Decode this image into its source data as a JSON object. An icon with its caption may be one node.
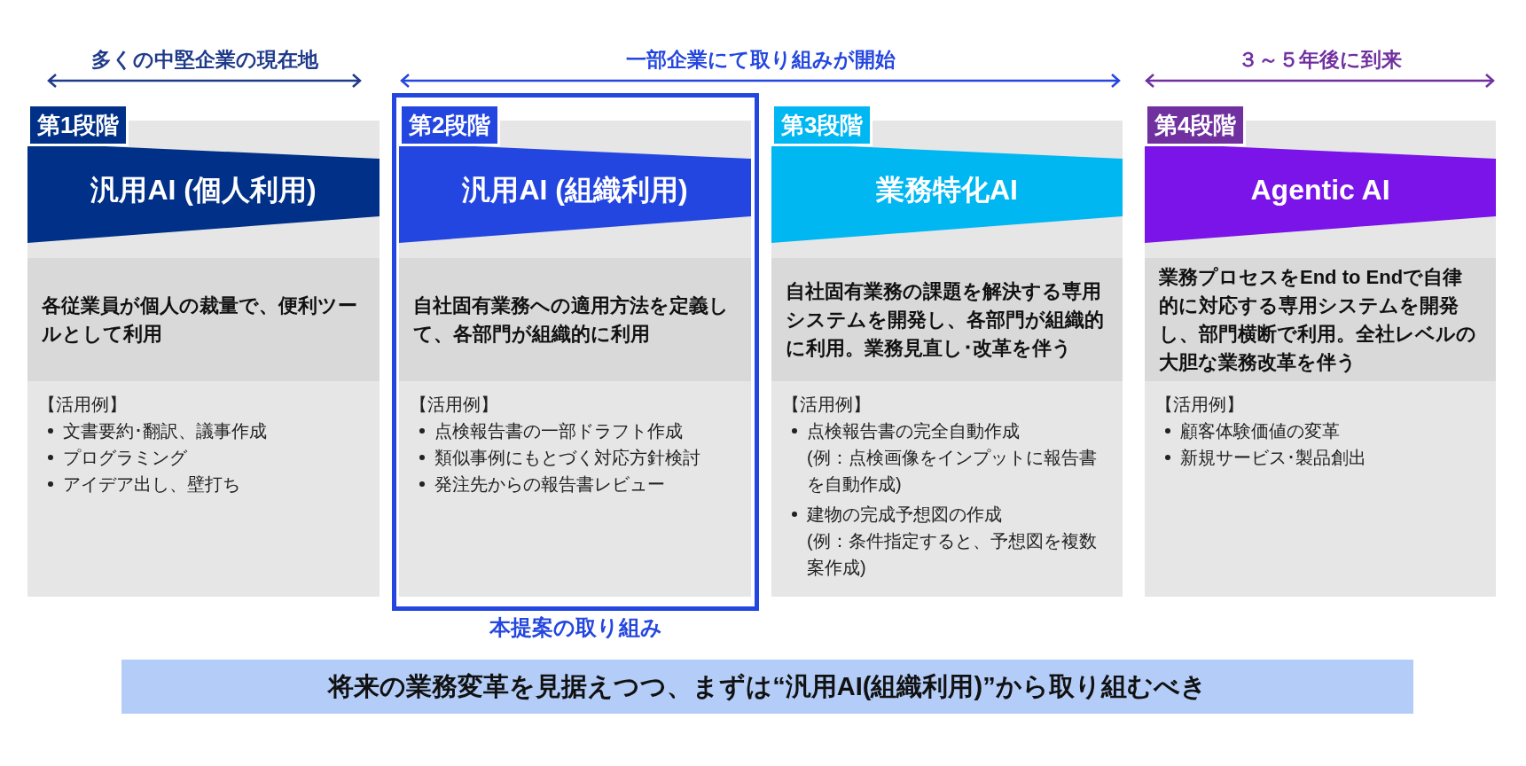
{
  "diagram": {
    "nodes": [
      {
        "text": [
          "第1段階",
          "汎用AI (個人利用)",
          "各従業員が**個人の裁量**で、便利ツールとして利用",
          "【活用例】",
          "文書要約･翻訳、議事作成",
          "プログラミング",
          "アイデア出し、壁打ち"
        ]
      },
      {
        "text": [
          "本提案の取り組み"
        ]
      },
      {
        "text": [
          "第2段階",
          "汎用AI (組織利用)",
          "自社固有業務への適用方法を定義して、**各部門が組織的に利用**",
          "【活用例】",
          "点検報告書の一部ドラフト作成",
          "類似事例にもとづく対応方針検討",
          "発注先からの報告書レビュー"
        ],
        "in": 1
      },
      {
        "text": [
          "第3段階",
          "業務特化AI",
          "自社固有業務の課題を解決する専用システムを開発し、各部門が組織的に利用。**業務見直し･改革**を伴う",
          "【活用例】",
          "点検報告書の完全自動作成",
          "(例：点検画像をインプットに報告書を自動作成)",
          "建物の完成予想図の作成",
          "(例：条件指定すると、予想図を複数案作成)"
        ]
      },
      {
        "text": [
          "第4段階",
          "Agentic AI",
          "業務プロセスをEnd to Endで自律的に対応する専用システムを開発し、部門横断で利用。**全社レベルの大胆な業務改革**を伴う",
          "【活用例】",
          "顧客体験価値の変革",
          "新規サービス･製品創出"
        ]
      },
      {
        "text": [
          "将来の業務変革を見据えつつ、まずは**“汎用AI(組織利用)”から取り組む**べき"
        ]
      }
    ],
    "edges": [],
    "labels": [
      "多くの中堅企業の現在地",
      "一部企業にて取り組みが開始",
      "３～５年後に到来"
    ]
  }
}
